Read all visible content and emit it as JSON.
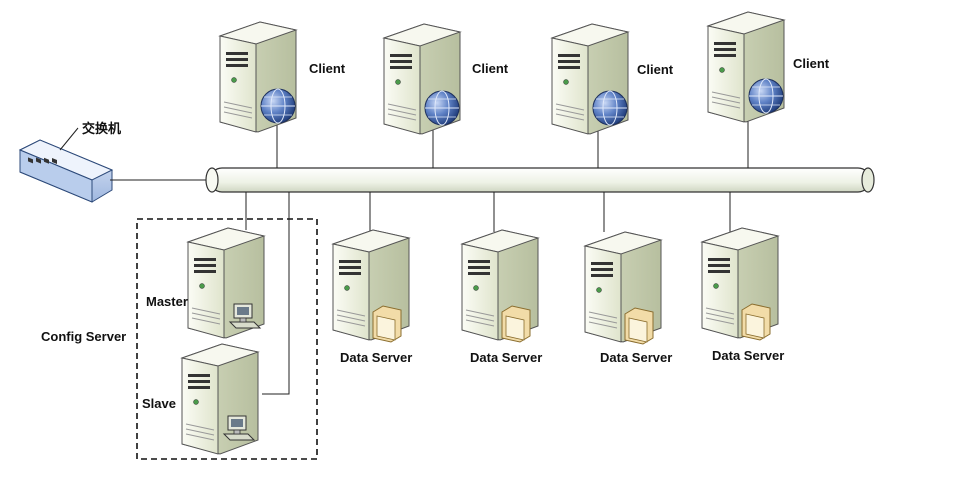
{
  "switch": {
    "label": "交换机"
  },
  "clients": [
    {
      "label": "Client"
    },
    {
      "label": "Client"
    },
    {
      "label": "Client"
    },
    {
      "label": "Client"
    }
  ],
  "data_servers": [
    {
      "label": "Data Server"
    },
    {
      "label": "Data Server"
    },
    {
      "label": "Data Server"
    },
    {
      "label": "Data Server"
    }
  ],
  "config_server": {
    "label": "Config Server",
    "master_label": "Master",
    "slave_label": "Slave"
  },
  "colors": {
    "server_body": "#e9eddc",
    "server_front": "#f4f6ea",
    "server_side": "#c5ccb0",
    "globe": "#3b5fa8",
    "bus_fill": "#f4f7ef",
    "outline": "#333333",
    "folder": "#f2dca8",
    "switch_body": "#c8d8f0"
  },
  "icons": {
    "client": "server-globe-icon",
    "data_server": "server-folder-icon",
    "config": "server-computer-icon",
    "switch": "network-switch-icon"
  }
}
